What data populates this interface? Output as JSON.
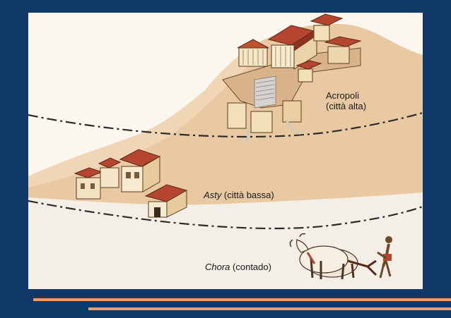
{
  "zones": {
    "acropoli": {
      "name": "Acropoli",
      "desc": "(città alta)"
    },
    "asty": {
      "name": "Asty",
      "desc": " (città bassa)"
    },
    "chora": {
      "name": "Chora",
      "desc": " (contado)"
    }
  },
  "colors": {
    "background": "#0f3767",
    "stripe": "#f29a6e",
    "hill": "#e8c59c",
    "roof": "#b5452e",
    "wall": "#f1dfb7"
  }
}
